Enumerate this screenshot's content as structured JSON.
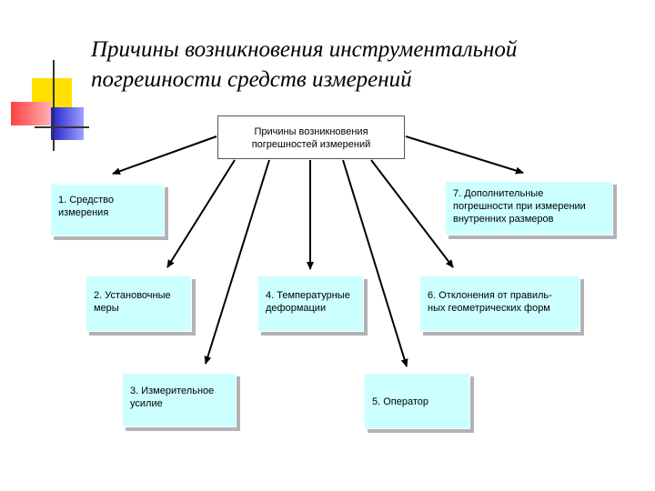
{
  "title": {
    "line1": "Причины возникновения инструментальной",
    "line2": "погрешности средств измерений"
  },
  "root": {
    "line1": "Причины возникновения",
    "line2": "погрешностей измерений"
  },
  "nodes": {
    "n1": {
      "line1": "1.   Средство",
      "line2": "измерения"
    },
    "n2": {
      "line1": "2. Установочные",
      "line2": " меры"
    },
    "n3": {
      "line1": "3. Измерительное",
      "line2": "усилие"
    },
    "n4": {
      "line1": "4. Температурные",
      "line2": " деформации"
    },
    "n5": {
      "line1": "5. Оператор"
    },
    "n6": {
      "line1": "6. Отклонения от правиль-",
      "line2": "ных геометрических форм"
    },
    "n7": {
      "line1": "7. Дополнительные",
      "line2": "погрешности при измерении",
      "line3": "внутренних размеров"
    }
  },
  "colors": {
    "deco_yellow": "#ffe000",
    "deco_red": "#ff4040",
    "deco_blue": "#2020cc",
    "box_fill": "#ccffff",
    "box_shadow": "#b3b3b3"
  }
}
